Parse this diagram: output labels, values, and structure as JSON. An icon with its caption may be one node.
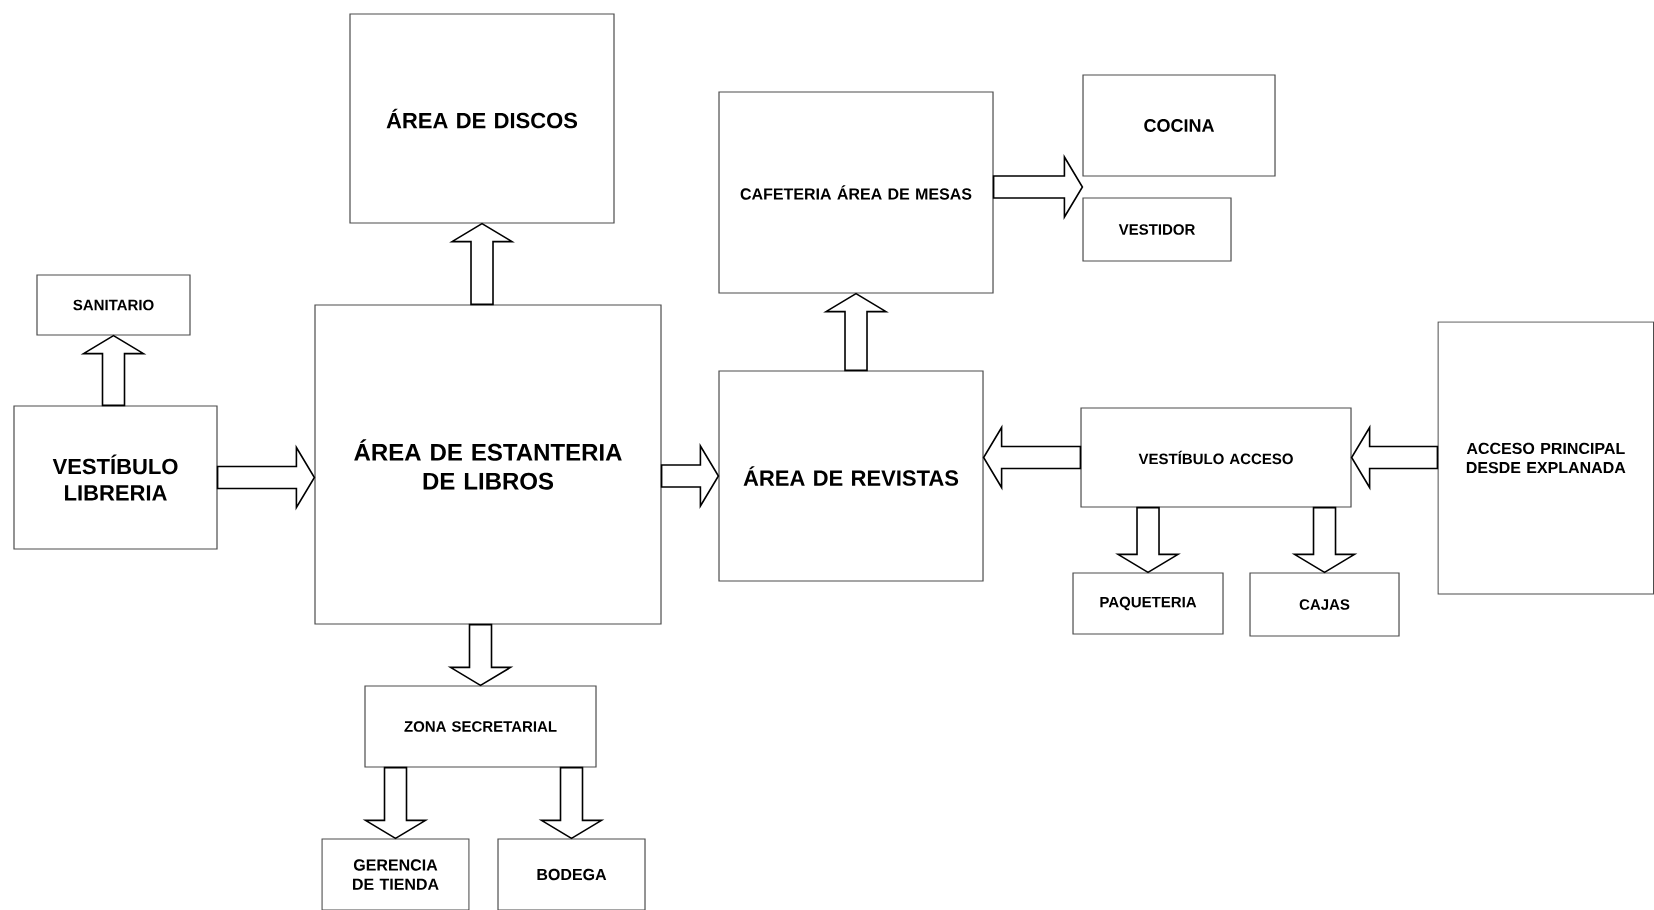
{
  "diagram": {
    "nodes": [
      {
        "text": [
          "VESTÍBULO LIBRERIA"
        ]
      },
      {
        "text": [
          "SANITARIO"
        ]
      },
      {
        "text": [
          "ÁREA DE ESTANTERIA DE LIBROS"
        ]
      },
      {
        "text": [
          "ÁREA DE DISCOS"
        ]
      },
      {
        "text": [
          "ZONA SECRETARIAL"
        ]
      },
      {
        "text": [
          "GERENCIA DE TIENDA"
        ]
      },
      {
        "text": [
          "BODEGA"
        ]
      },
      {
        "text": [
          "ÁREA DE REVISTAS"
        ]
      },
      {
        "text": [
          "CAFETERIA ÁREA DE MESAS"
        ]
      },
      {
        "text": [
          "COCINA"
        ]
      },
      {
        "text": [
          "VESTIDOR"
        ]
      },
      {
        "text": [
          "VESTÍBULO ACCESO"
        ]
      },
      {
        "text": [
          "PAQUETERIA"
        ]
      },
      {
        "text": [
          "CAJAS"
        ]
      },
      {
        "text": [
          "ACCESO PRINCIPAL DESDE EXPLANADA"
        ]
      }
    ],
    "edges": [
      {
        "from": 0,
        "to": 1,
        "arrow": "to"
      },
      {
        "from": 0,
        "to": 2,
        "arrow": "to"
      },
      {
        "from": 2,
        "to": 3,
        "arrow": "to"
      },
      {
        "from": 2,
        "to": 4,
        "arrow": "to"
      },
      {
        "from": 2,
        "to": 7,
        "arrow": "to"
      },
      {
        "from": 4,
        "to": 5,
        "arrow": "to"
      },
      {
        "from": 4,
        "to": 6,
        "arrow": "to"
      },
      {
        "from": 7,
        "to": 8,
        "arrow": "to"
      },
      {
        "from": 8,
        "to": 9,
        "arrow": "to"
      },
      {
        "from": 8,
        "to": 10,
        "arrow": "to"
      },
      {
        "from": 14,
        "to": 11,
        "arrow": "to"
      },
      {
        "from": 11,
        "to": 7,
        "arrow": "to"
      },
      {
        "from": 11,
        "to": 12,
        "arrow": "to"
      },
      {
        "from": 11,
        "to": 13,
        "arrow": "to"
      }
    ]
  }
}
